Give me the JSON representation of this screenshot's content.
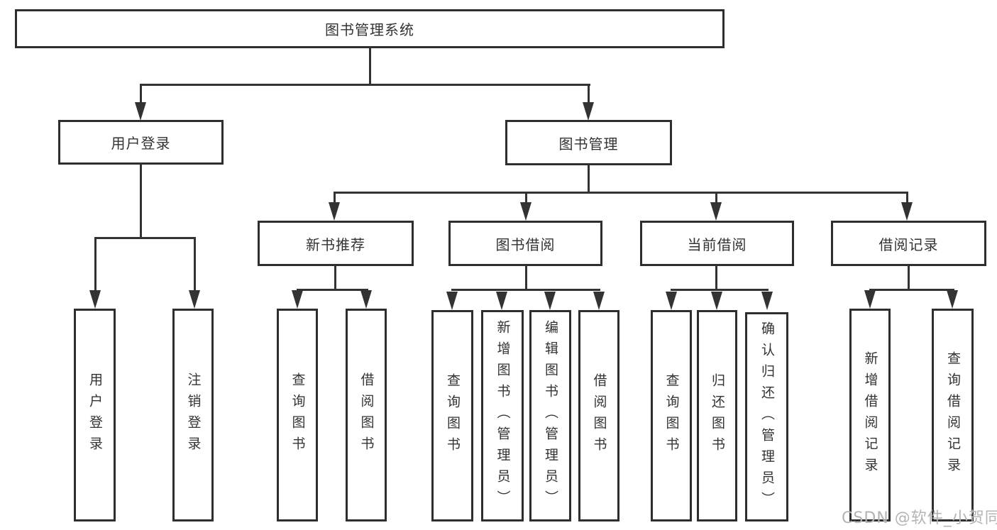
{
  "tree": {
    "label": "图书管理系统",
    "children": [
      {
        "label": "用户登录",
        "children": [
          {
            "label": "用户登录"
          },
          {
            "label": "注销登录"
          }
        ]
      },
      {
        "label": "图书管理",
        "children": [
          {
            "label": "新书推荐",
            "children": [
              {
                "label": "查询图书"
              },
              {
                "label": "借阅图书"
              }
            ]
          },
          {
            "label": "图书借阅",
            "children": [
              {
                "label": "查询图书"
              },
              {
                "label": "新增图书（管理员）"
              },
              {
                "label": "编辑图书（管理员）"
              },
              {
                "label": "借阅图书"
              }
            ]
          },
          {
            "label": "当前借阅",
            "children": [
              {
                "label": "查询图书"
              },
              {
                "label": "归还图书"
              },
              {
                "label": "确认归还（管理员）"
              }
            ]
          },
          {
            "label": "借阅记录",
            "children": [
              {
                "label": "新增借阅记录"
              },
              {
                "label": "查询借阅记录"
              }
            ]
          }
        ]
      }
    ]
  },
  "watermark": {
    "text": "CSDN @软件_小贺同学"
  },
  "colors": {
    "line": "#333333",
    "box_border": "#2e2e2e",
    "text": "#333333",
    "watermark": "#b4b4b4",
    "background": "#ffffff"
  }
}
